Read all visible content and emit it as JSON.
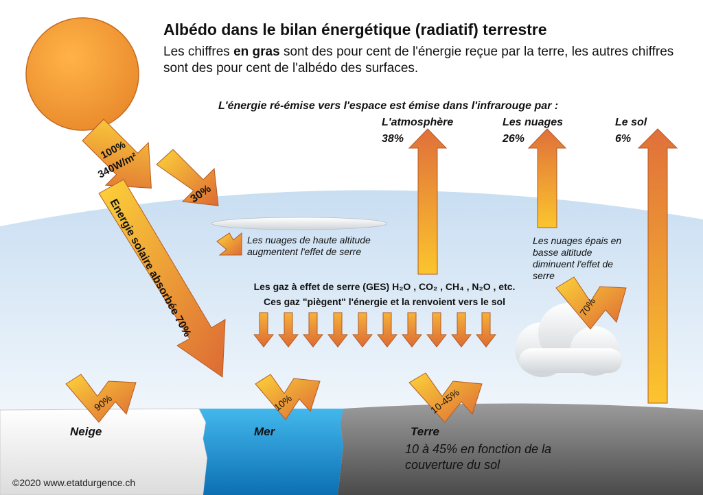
{
  "title": "Albédo dans le bilan énergétique (radiatif) terrestre",
  "subtitle": {
    "part1": "Les chiffres ",
    "bold": "en gras",
    "part2": " sont des pour cent de l'énergie reçue par la terre, les autres chiffres sont des pour cent de l'albédo des surfaces."
  },
  "infrared": {
    "heading": "L'énergie ré-émise vers l'espace est émise dans l'infrarouge par :",
    "sources": [
      {
        "label": "L'atmosphère",
        "value": "38%"
      },
      {
        "label": "Les nuages",
        "value": "26%"
      },
      {
        "label": "Le sol",
        "value": "6%"
      }
    ]
  },
  "sun": {
    "incoming_line1": "100%",
    "incoming_line2": "340W/m²",
    "reflected": "30%",
    "absorbed": "Energie solaire absorbée 70%"
  },
  "clouds": {
    "high_note": "Les nuages de haute altitude augmentent l'effet de serre",
    "low_note": "Les nuages épais en basse altitude diminuent l'effet de serre",
    "low_albedo": "70%"
  },
  "ghg": {
    "line1": "Les gaz à effet de serre (GES) H₂O , CO₂ , CH₄ , N₂O , etc.",
    "line2": "Ces gaz \"piègent\" l'énergie et la renvoient vers le sol"
  },
  "surfaces": [
    {
      "name": "Neige",
      "albedo": "90%"
    },
    {
      "name": "Mer",
      "albedo": "10%"
    },
    {
      "name": "Terre",
      "albedo": "10-45%"
    }
  ],
  "land_note": "10 à 45% en fonction de la couverture du sol",
  "credit": "©2020 www.etatdurgence.ch",
  "colors": {
    "arrow_light": "#f8c12c",
    "arrow_dark": "#de6c36",
    "sky_top": "#d9e8f5",
    "sea": "#1f9ad6",
    "land": "#707070",
    "snow": "#f2f2f2"
  }
}
